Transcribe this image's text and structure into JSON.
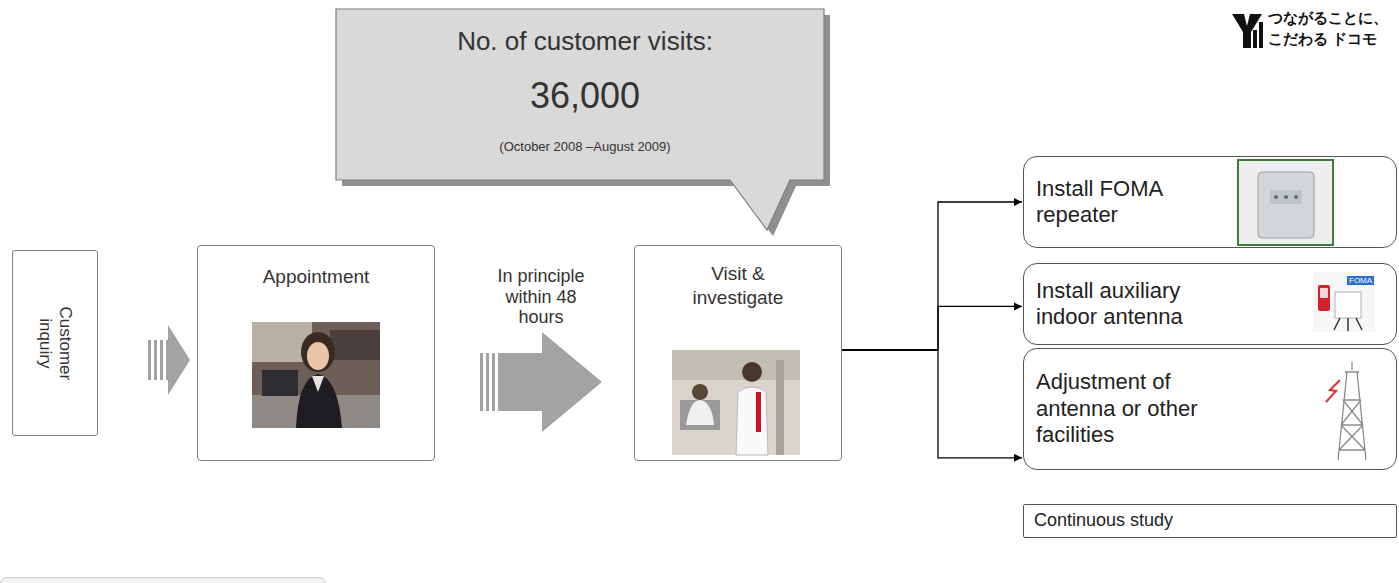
{
  "diagram": {
    "nodes": [
      {
        "text": [
          "No. of customer visits:",
          "36,000",
          "(October 2008 –August 2009)"
        ]
      },
      {
        "text": [
          "Customer inquiry"
        ]
      },
      {
        "text": [
          "Appointment"
        ]
      },
      {
        "text": [
          "Visit & investigate"
        ]
      },
      {
        "text": [
          "Install FOMA repeater"
        ]
      },
      {
        "text": [
          "Install auxiliary indoor antenna"
        ]
      },
      {
        "text": [
          "Adjustment of antenna or other facilities"
        ]
      },
      {
        "text": [
          "Continuous study"
        ]
      }
    ],
    "edges": [
      {
        "from": 1,
        "to": 2,
        "arrow": "to"
      },
      {
        "from": 2,
        "to": 3,
        "label": "In principle within 48 hours",
        "arrow": "to"
      },
      {
        "from": 3,
        "to": 4,
        "arrow": "to"
      },
      {
        "from": 3,
        "to": 5,
        "arrow": "to"
      },
      {
        "from": 3,
        "to": 6,
        "arrow": "to"
      }
    ],
    "labels": [
      "つながることに、",
      "こだわる ドコモ",
      "FOMA"
    ]
  }
}
